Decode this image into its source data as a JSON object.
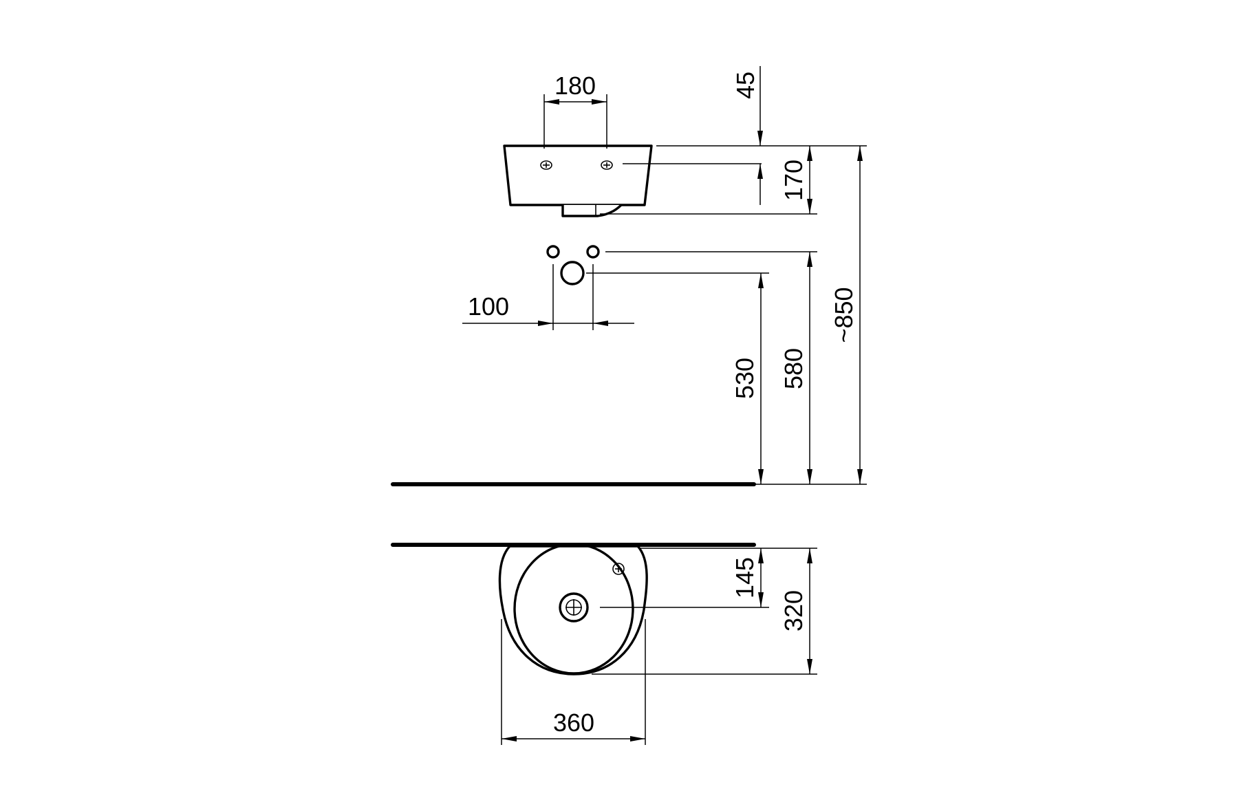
{
  "drawing": {
    "dimensions": {
      "tap_hole_spacing": "180",
      "top_offset": "45",
      "basin_height": "170",
      "overall_height": "~850",
      "supply_spacing": "100",
      "waste_height": "530",
      "supply_height": "580",
      "drain_offset": "145",
      "basin_depth": "320",
      "basin_width": "360"
    },
    "colors": {
      "ink": "#000000",
      "paper": "#ffffff"
    }
  }
}
